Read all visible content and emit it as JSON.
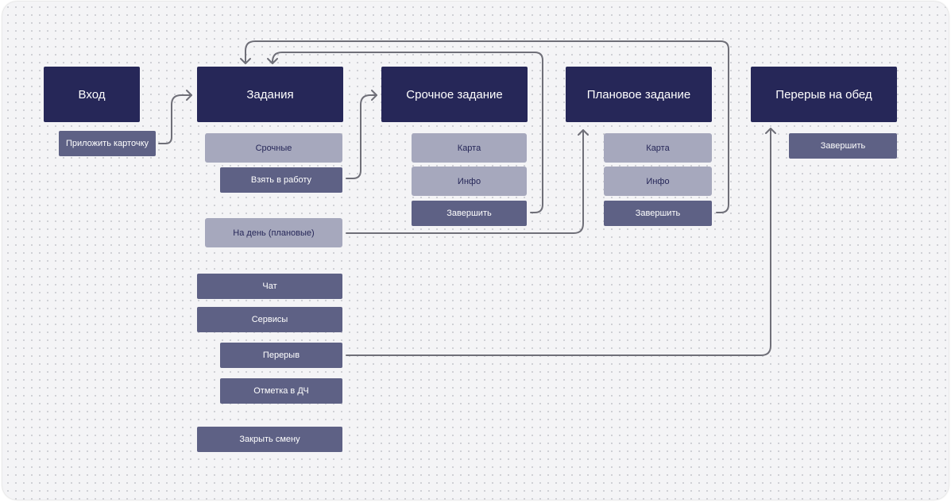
{
  "screens": {
    "vhod": "Вход",
    "zadaniya": "Задания",
    "srochnoe": "Срочное задание",
    "planovoe": "Плановое задание",
    "pereryv_obed": "Перерыв на обед"
  },
  "vhod_actions": {
    "prilozhit": "Приложить карточку"
  },
  "zadaniya_items": {
    "srochnye": "Срочные",
    "vzyat": "Взять в работу",
    "na_den": "На день (плановые)",
    "chat": "Чат",
    "servisy": "Сервисы",
    "pereryv": "Перерыв",
    "otmetka": "Отметка в ДЧ",
    "zakryt": "Закрыть смену"
  },
  "srochnoe_items": {
    "karta": "Карта",
    "info": "Инфо",
    "zavershit": "Завершить"
  },
  "planovoe_items": {
    "karta": "Карта",
    "info": "Инфо",
    "zavershit": "Завершить"
  },
  "obed_items": {
    "zavershit": "Завершить"
  },
  "colors": {
    "screen": "#262758",
    "action": "#5e6185",
    "item": "#a6a8bd",
    "connector": "#6f6f78",
    "background": "#f4f4f6"
  }
}
